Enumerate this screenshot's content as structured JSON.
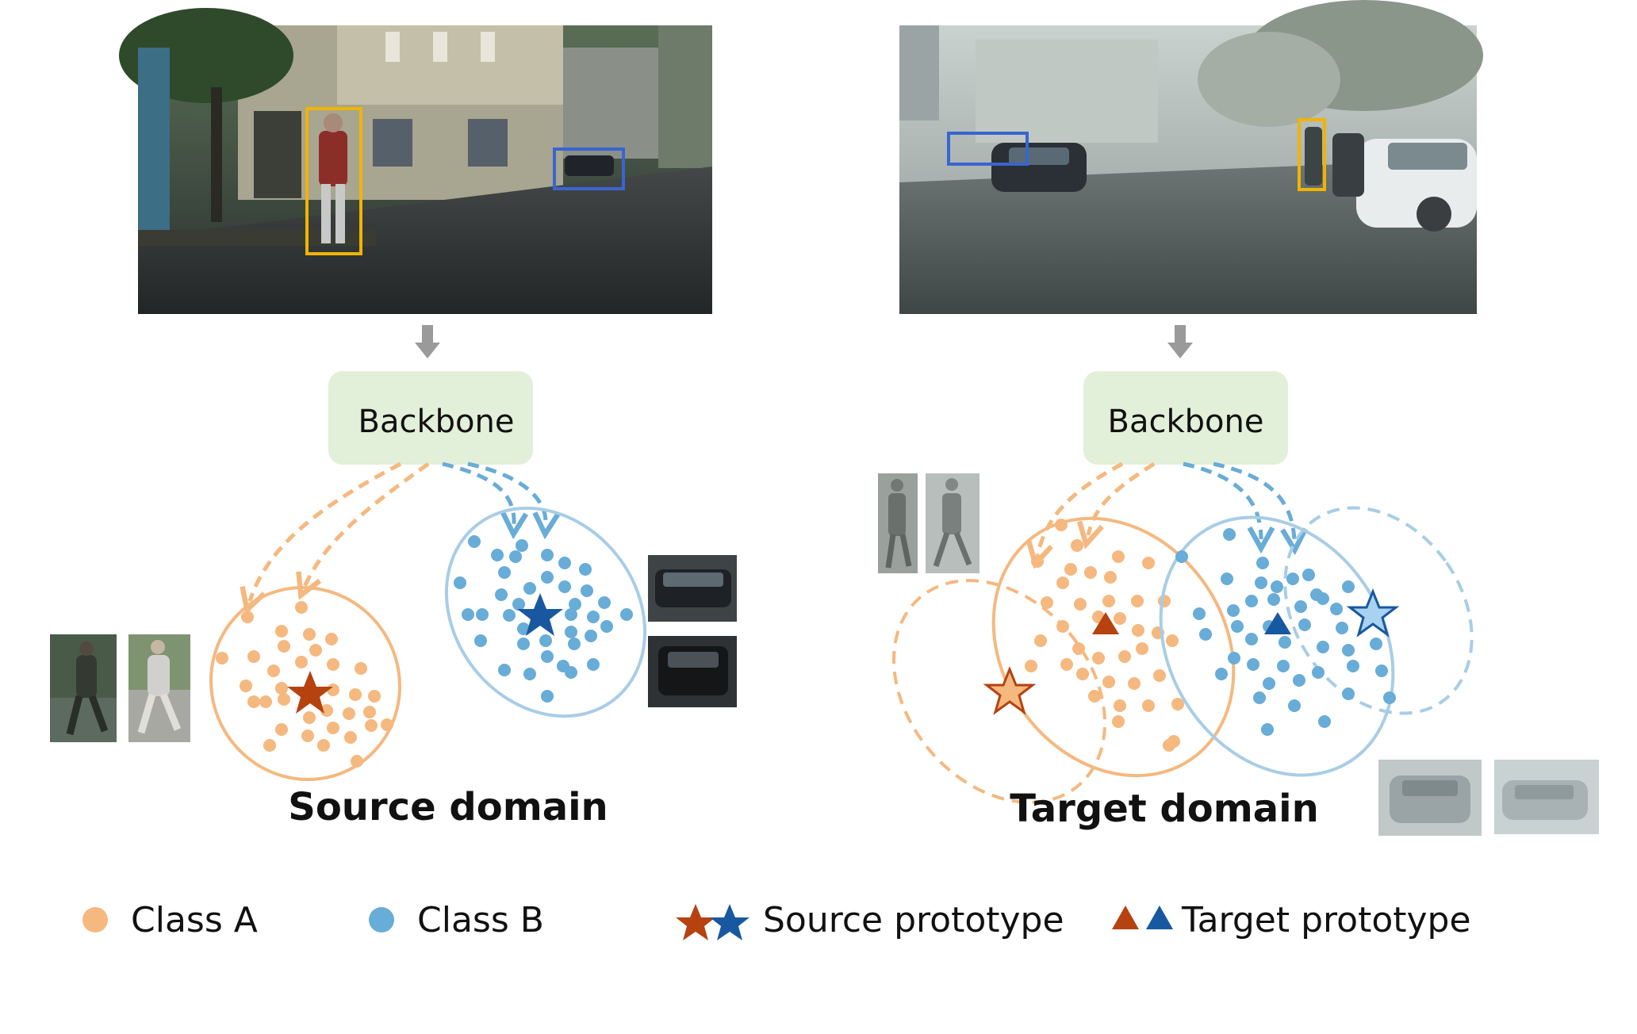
{
  "diagram": {
    "source_panel": {
      "backbone_label": "Backbone",
      "domain_label": "Source domain"
    },
    "target_panel": {
      "backbone_label": "Backbone",
      "domain_label": "Target domain"
    }
  },
  "legend": {
    "class_a": "Class A",
    "class_b": "Class B",
    "source_prototype": "Source prototype",
    "target_prototype": "Target prototype"
  },
  "colors": {
    "class_a": "#f5b87f",
    "class_b": "#68acd8",
    "class_a_dark": "#b5420f",
    "class_b_dark": "#1858a0",
    "box_person": "#f0b400",
    "box_car": "#3a64d0",
    "backbone_fill": "#e2efd9",
    "arrow_gray": "#9a9a9a"
  }
}
